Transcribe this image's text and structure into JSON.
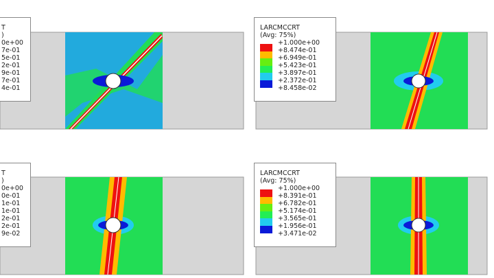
{
  "colors": {
    "gray": "#d6d6d6",
    "green": "#22dd55",
    "cyan": "#22aadd",
    "blue": "#0a1ad8",
    "red": "#ee1111",
    "orange": "#ffaa00",
    "lime": "#55ee22",
    "white": "#ffffff"
  },
  "legend_colors": [
    "#ee1111",
    "#ffbb00",
    "#66ee11",
    "#22ee55",
    "#22ccee",
    "#0a1ad8"
  ],
  "panels": [
    {
      "title": "T",
      "avg": ")",
      "values": [
        "0e+00",
        "7e-01",
        "5e-01",
        "2e-01",
        "9e-01",
        "7e-01",
        "4e-01"
      ]
    },
    {
      "title": "LARCMCCRT",
      "avg": "(Avg: 75%)",
      "values": [
        "+1.000e+00",
        "+8.474e-01",
        "+6.949e-01",
        "+5.423e-01",
        "+3.897e-01",
        "+2.372e-01",
        "+8.458e-02"
      ]
    },
    {
      "title": "T",
      "avg": ")",
      "values": [
        "0e+00",
        "0e-01",
        "1e-01",
        "1e-01",
        "2e-01",
        "2e-01",
        "9e-02"
      ]
    },
    {
      "title": "LARCMCCRT",
      "avg": "(Avg: 75%)",
      "values": [
        "+1.000e+00",
        "+8.391e-01",
        "+6.782e-01",
        "+5.174e-01",
        "+3.565e-01",
        "+1.956e-01",
        "+3.471e-02"
      ]
    }
  ]
}
